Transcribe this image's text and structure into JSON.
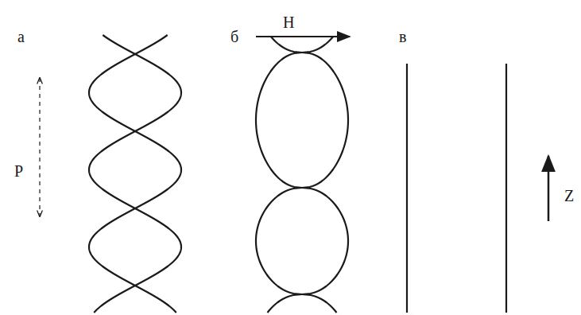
{
  "diagram": {
    "labels": [
      "а",
      "б",
      "H",
      "в",
      "P",
      "Z"
    ]
  }
}
